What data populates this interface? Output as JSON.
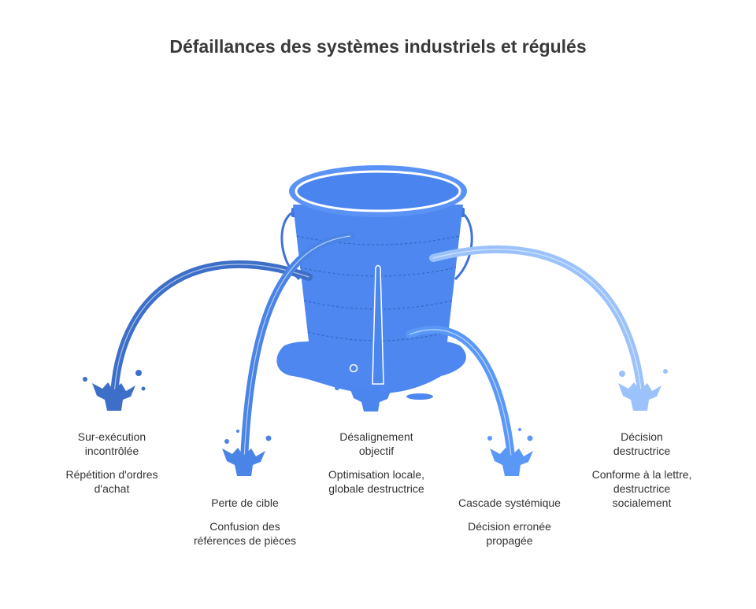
{
  "title": "Défaillances des systèmes industriels et régulés",
  "colors": {
    "bucket": "#4e87ef",
    "bucket_dark": "#3f73d9",
    "rim": "#5a92f5",
    "arc_1": "#3d6fc8",
    "arc_2": "#4a84e6",
    "arc_3": "#4b86ee",
    "arc_4": "#5a98f7",
    "arc_5": "#9cc2fb"
  },
  "items": [
    {
      "name": "Sur-exécution\nincontrôlée",
      "desc": "Répétition d'ordres\nd'achat"
    },
    {
      "name": "Perte de cible",
      "desc": "Confusion des\nréférences de pièces"
    },
    {
      "name": "Désalignement\nobjectif",
      "desc": "Optimisation locale,\nglobale destructrice"
    },
    {
      "name": "Cascade systémique",
      "desc": "Décision erronée\npropagée"
    },
    {
      "name": "Décision\ndestructrice",
      "desc": "Conforme à la lettre,\ndestructrice\nsocialement"
    }
  ]
}
